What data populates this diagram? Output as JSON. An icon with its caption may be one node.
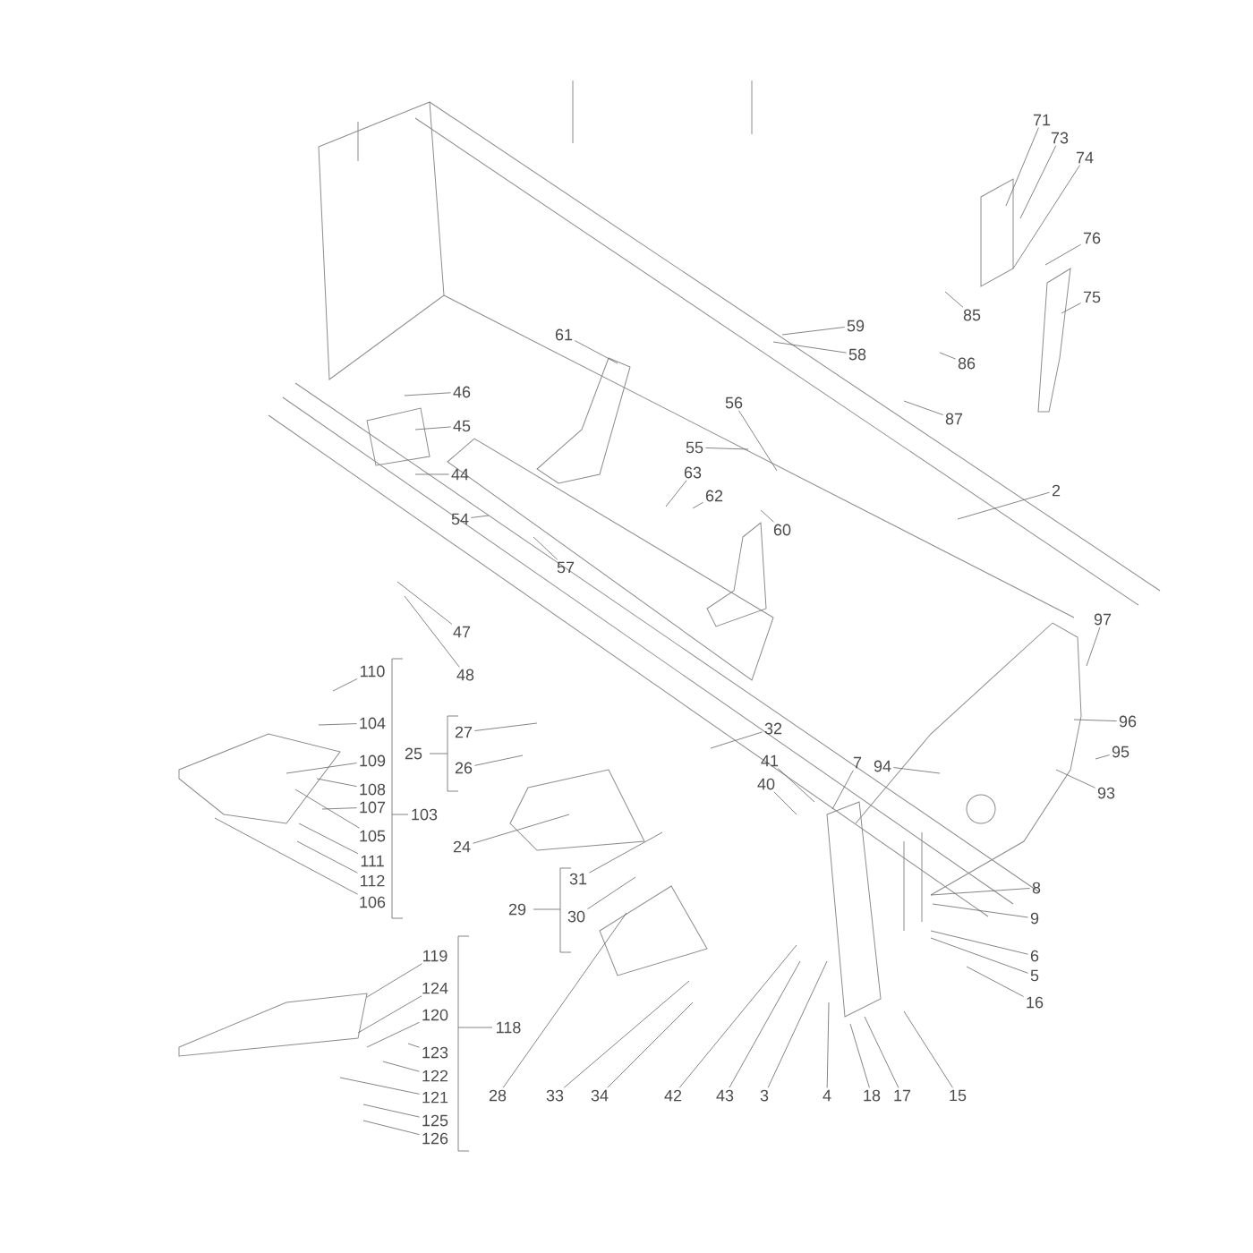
{
  "diagram": {
    "nodes": [
      {
        "text": [
          "71"
        ]
      },
      {
        "text": [
          "73"
        ]
      },
      {
        "text": [
          "74"
        ]
      },
      {
        "text": [
          "76"
        ]
      },
      {
        "text": [
          "75"
        ]
      },
      {
        "text": [
          "85"
        ]
      },
      {
        "text": [
          "59"
        ]
      },
      {
        "text": [
          "61"
        ]
      },
      {
        "text": [
          "58"
        ]
      },
      {
        "text": [
          "86"
        ]
      },
      {
        "text": [
          "46"
        ]
      },
      {
        "text": [
          "56"
        ]
      },
      {
        "text": [
          "87"
        ]
      },
      {
        "text": [
          "45"
        ]
      },
      {
        "text": [
          "55"
        ]
      },
      {
        "text": [
          "63"
        ]
      },
      {
        "text": [
          "44"
        ]
      },
      {
        "text": [
          "2"
        ]
      },
      {
        "text": [
          "62"
        ]
      },
      {
        "text": [
          "54"
        ]
      },
      {
        "text": [
          "60"
        ]
      },
      {
        "text": [
          "57"
        ]
      },
      {
        "text": [
          "97"
        ]
      },
      {
        "text": [
          "47"
        ]
      },
      {
        "text": [
          "110"
        ]
      },
      {
        "text": [
          "48"
        ]
      },
      {
        "text": [
          "96"
        ]
      },
      {
        "text": [
          "104"
        ]
      },
      {
        "text": [
          "32"
        ]
      },
      {
        "text": [
          "27"
        ]
      },
      {
        "text": [
          "95"
        ]
      },
      {
        "text": [
          "109"
        ]
      },
      {
        "text": [
          "41"
        ]
      },
      {
        "text": [
          "7"
        ]
      },
      {
        "text": [
          "94"
        ]
      },
      {
        "text": [
          "26"
        ]
      },
      {
        "text": [
          "40"
        ]
      },
      {
        "text": [
          "108"
        ]
      },
      {
        "text": [
          "93"
        ]
      },
      {
        "text": [
          "107"
        ]
      },
      {
        "text": [
          "105"
        ]
      },
      {
        "text": [
          "24"
        ]
      },
      {
        "text": [
          "111"
        ]
      },
      {
        "text": [
          "31"
        ]
      },
      {
        "text": [
          "112"
        ]
      },
      {
        "text": [
          "8"
        ]
      },
      {
        "text": [
          "106"
        ]
      },
      {
        "text": [
          "30"
        ]
      },
      {
        "text": [
          "9"
        ]
      },
      {
        "text": [
          "119"
        ]
      },
      {
        "text": [
          "6"
        ]
      },
      {
        "text": [
          "5"
        ]
      },
      {
        "text": [
          "124"
        ]
      },
      {
        "text": [
          "16"
        ]
      },
      {
        "text": [
          "120"
        ]
      },
      {
        "text": [
          "123"
        ]
      },
      {
        "text": [
          "122"
        ]
      },
      {
        "text": [
          "121"
        ]
      },
      {
        "text": [
          "28"
        ]
      },
      {
        "text": [
          "33"
        ]
      },
      {
        "text": [
          "34"
        ]
      },
      {
        "text": [
          "42"
        ]
      },
      {
        "text": [
          "43"
        ]
      },
      {
        "text": [
          "3"
        ]
      },
      {
        "text": [
          "4"
        ]
      },
      {
        "text": [
          "18"
        ]
      },
      {
        "text": [
          "17"
        ]
      },
      {
        "text": [
          "15"
        ]
      },
      {
        "text": [
          "125"
        ]
      },
      {
        "text": [
          "126"
        ]
      }
    ],
    "edges": [
      {
        "from": 0,
        "to": null,
        "arrow": "none"
      },
      {
        "from": 1,
        "to": null,
        "arrow": "none"
      },
      {
        "from": 2,
        "to": null,
        "arrow": "none"
      },
      {
        "from": 3,
        "to": null,
        "arrow": "none"
      },
      {
        "from": 4,
        "to": null,
        "arrow": "none"
      },
      {
        "from": 5,
        "to": null,
        "arrow": "none"
      },
      {
        "from": 6,
        "to": null,
        "arrow": "none"
      },
      {
        "from": 7,
        "to": null,
        "arrow": "none"
      },
      {
        "from": 8,
        "to": null,
        "arrow": "none"
      },
      {
        "from": 9,
        "to": null,
        "arrow": "none"
      },
      {
        "from": 10,
        "to": null,
        "arrow": "none"
      },
      {
        "from": 11,
        "to": null,
        "arrow": "none"
      },
      {
        "from": 12,
        "to": null,
        "arrow": "none"
      },
      {
        "from": 13,
        "to": null,
        "arrow": "none"
      },
      {
        "from": 14,
        "to": null,
        "arrow": "none"
      },
      {
        "from": 15,
        "to": null,
        "arrow": "none"
      },
      {
        "from": 16,
        "to": null,
        "arrow": "none"
      },
      {
        "from": 17,
        "to": null,
        "arrow": "none"
      },
      {
        "from": 18,
        "to": null,
        "arrow": "none"
      },
      {
        "from": 19,
        "to": null,
        "arrow": "none"
      },
      {
        "from": 20,
        "to": null,
        "arrow": "none"
      },
      {
        "from": 21,
        "to": null,
        "arrow": "none"
      },
      {
        "from": 22,
        "to": null,
        "arrow": "none"
      },
      {
        "from": 23,
        "to": null,
        "arrow": "none"
      },
      {
        "from": 24,
        "to": null,
        "arrow": "none"
      },
      {
        "from": 25,
        "to": null,
        "arrow": "none"
      },
      {
        "from": 26,
        "to": null,
        "arrow": "none"
      },
      {
        "from": 27,
        "to": null,
        "arrow": "none"
      },
      {
        "from": 28,
        "to": null,
        "arrow": "none"
      },
      {
        "from": 29,
        "to": null,
        "arrow": "none"
      },
      {
        "from": 30,
        "to": null,
        "arrow": "none"
      },
      {
        "from": 31,
        "to": null,
        "arrow": "none"
      },
      {
        "from": 32,
        "to": null,
        "arrow": "none"
      },
      {
        "from": 33,
        "to": null,
        "arrow": "none"
      },
      {
        "from": 34,
        "to": null,
        "arrow": "none"
      },
      {
        "from": 35,
        "to": null,
        "arrow": "none"
      },
      {
        "from": 36,
        "to": null,
        "arrow": "none"
      },
      {
        "from": 37,
        "to": null,
        "arrow": "none"
      },
      {
        "from": 38,
        "to": null,
        "arrow": "none"
      },
      {
        "from": 39,
        "to": null,
        "arrow": "none"
      },
      {
        "from": 40,
        "to": null,
        "arrow": "none"
      },
      {
        "from": 41,
        "to": null,
        "arrow": "none"
      },
      {
        "from": 42,
        "to": null,
        "arrow": "none"
      },
      {
        "from": 43,
        "to": null,
        "arrow": "none"
      },
      {
        "from": 44,
        "to": null,
        "arrow": "none"
      },
      {
        "from": 45,
        "to": null,
        "arrow": "none"
      },
      {
        "from": 46,
        "to": null,
        "arrow": "none"
      },
      {
        "from": 47,
        "to": null,
        "arrow": "none"
      },
      {
        "from": 48,
        "to": null,
        "arrow": "none"
      },
      {
        "from": 49,
        "to": null,
        "arrow": "none"
      },
      {
        "from": 50,
        "to": null,
        "arrow": "none"
      },
      {
        "from": 51,
        "to": null,
        "arrow": "none"
      },
      {
        "from": 52,
        "to": null,
        "arrow": "none"
      },
      {
        "from": 53,
        "to": null,
        "arrow": "none"
      },
      {
        "from": 54,
        "to": null,
        "arrow": "none"
      },
      {
        "from": 55,
        "to": null,
        "arrow": "none"
      },
      {
        "from": 56,
        "to": null,
        "arrow": "none"
      },
      {
        "from": 57,
        "to": null,
        "arrow": "none"
      },
      {
        "from": 58,
        "to": null,
        "arrow": "none"
      },
      {
        "from": 59,
        "to": null,
        "arrow": "none"
      },
      {
        "from": 60,
        "to": null,
        "arrow": "none"
      },
      {
        "from": 61,
        "to": null,
        "arrow": "none"
      },
      {
        "from": 62,
        "to": null,
        "arrow": "none"
      },
      {
        "from": 63,
        "to": null,
        "arrow": "none"
      },
      {
        "from": 64,
        "to": null,
        "arrow": "none"
      },
      {
        "from": 65,
        "to": null,
        "arrow": "none"
      },
      {
        "from": 66,
        "to": null,
        "arrow": "none"
      },
      {
        "from": 67,
        "to": null,
        "arrow": "none"
      },
      {
        "from": 68,
        "to": null,
        "arrow": "none"
      },
      {
        "from": 69,
        "to": null,
        "arrow": "none"
      }
    ],
    "labels": [
      "25",
      "103",
      "29",
      "118"
    ]
  }
}
